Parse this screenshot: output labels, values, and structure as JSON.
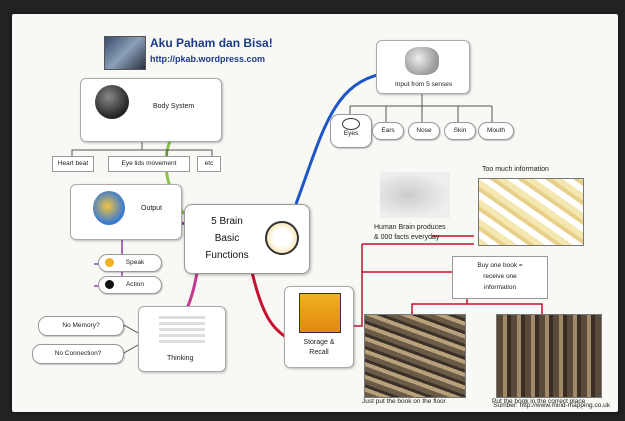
{
  "header": {
    "title": "Aku Paham dan Bisa!",
    "url": "http://pkab.wordpress.com"
  },
  "center": {
    "lines": [
      "5 Brain",
      "Basic",
      "Functions"
    ]
  },
  "branches": {
    "body_system": {
      "label": "Body System",
      "children": [
        "Heart beat",
        "Eye lids movement",
        "etc"
      ]
    },
    "input": {
      "label": "Input from 5 senses",
      "children": [
        "Eyes",
        "Ears",
        "Nose",
        "Skin",
        "Mouth"
      ]
    },
    "output": {
      "label": "Output",
      "children": [
        "Speak",
        "Action"
      ]
    },
    "thinking": {
      "label": "Thinking",
      "children": [
        "No Memory?",
        "No Connection?"
      ]
    },
    "storage": {
      "label_line1": "Storage &",
      "label_line2": "Recall",
      "human_brain_line1": "Human Brain produces",
      "human_brain_line2": "& 000 facts everyday",
      "too_much": "Too much information",
      "buy_line1": "Buy one book =",
      "buy_line2": "receive one",
      "buy_line3": "information",
      "floor_caption": "Just put the book on the floor",
      "correct_caption": "Put the book in the correct place"
    }
  },
  "source": "Sumber: http://www.mind-mapping.co.uk",
  "colors": {
    "body_branch": "#8bc34a",
    "output_branch": "#8b3fa8",
    "input_branch": "#1e56c8",
    "storage_branch": "#c8102e",
    "title": "#1d3a8a"
  }
}
